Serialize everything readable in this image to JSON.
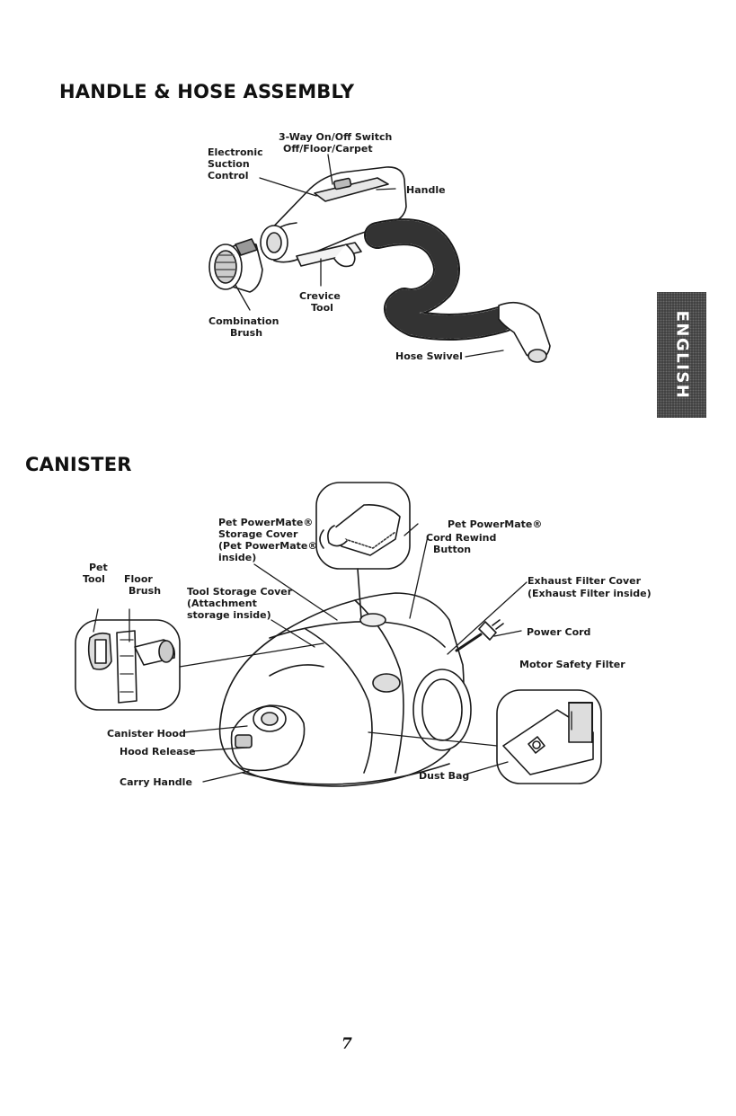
{
  "sections": {
    "handle_hose": {
      "title": "HANDLE & HOSE ASSEMBLY",
      "labels": {
        "switch_line1": "3-Way On/Off Switch",
        "switch_line2": "Off/Floor/Carpet",
        "esc_line1": "Electronic",
        "esc_line2": "Suction",
        "esc_line3": "Control",
        "handle": "Handle",
        "crevice_line1": "Crevice",
        "crevice_line2": "Tool",
        "combo_line1": "Combination",
        "combo_line2": "Brush",
        "hose_swivel": "Hose Swivel"
      }
    },
    "canister": {
      "title": "CANISTER",
      "labels": {
        "pm_storage_line1": "Pet PowerMate®",
        "pm_storage_line2": "Storage Cover",
        "pm_storage_line3": "(Pet PowerMate®",
        "pm_storage_line4": "inside)",
        "pet_powermate": "Pet PowerMate®",
        "cord_rewind_line1": "Cord Rewind",
        "cord_rewind_line2": "Button",
        "pet_tool_line1": "Pet",
        "pet_tool_line2": "Tool",
        "floor_brush_line1": "Floor",
        "floor_brush_line2": "Brush",
        "tool_storage_line1": "Tool Storage Cover",
        "tool_storage_line2": "(Attachment",
        "tool_storage_line3": "storage inside)",
        "exhaust_line1": "Exhaust Filter Cover",
        "exhaust_line2": "(Exhaust Filter inside)",
        "power_cord": "Power Cord",
        "motor_filter": "Motor Safety Filter",
        "canister_hood": "Canister Hood",
        "hood_release": "Hood Release",
        "carry_handle": "Carry Handle",
        "dust_bag": "Dust Bag"
      }
    }
  },
  "side_tab": {
    "text": "ENGLISH",
    "color": "#3a3a3a"
  },
  "page_number": "7"
}
